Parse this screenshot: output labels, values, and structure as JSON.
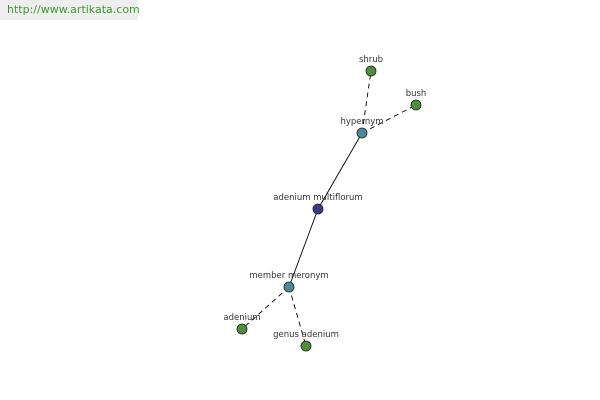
{
  "watermark": {
    "text": "http://www.artikata.com"
  },
  "graph": {
    "colors": {
      "center": "#3b3b8a",
      "relation": "#4a8c96",
      "term": "#4f8f3a",
      "stroke": "#222222",
      "edge": "#000000"
    },
    "nodes": [
      {
        "id": "center",
        "label": "adenium multiflorum",
        "kind": "center"
      },
      {
        "id": "hypernym",
        "label": "hypernym",
        "kind": "relation"
      },
      {
        "id": "member-meronym",
        "label": "member meronym",
        "kind": "relation"
      },
      {
        "id": "shrub",
        "label": "shrub",
        "kind": "term"
      },
      {
        "id": "bush",
        "label": "bush",
        "kind": "term"
      },
      {
        "id": "adenium",
        "label": "adenium",
        "kind": "term"
      },
      {
        "id": "genus-adenium",
        "label": "genus adenium",
        "kind": "term"
      }
    ],
    "edges": [
      {
        "from": "center",
        "to": "hypernym",
        "style": "solid"
      },
      {
        "from": "center",
        "to": "member-meronym",
        "style": "solid"
      },
      {
        "from": "hypernym",
        "to": "shrub",
        "style": "dashed"
      },
      {
        "from": "hypernym",
        "to": "bush",
        "style": "dashed"
      },
      {
        "from": "member-meronym",
        "to": "adenium",
        "style": "dashed"
      },
      {
        "from": "member-meronym",
        "to": "genus-adenium",
        "style": "dashed"
      }
    ]
  }
}
